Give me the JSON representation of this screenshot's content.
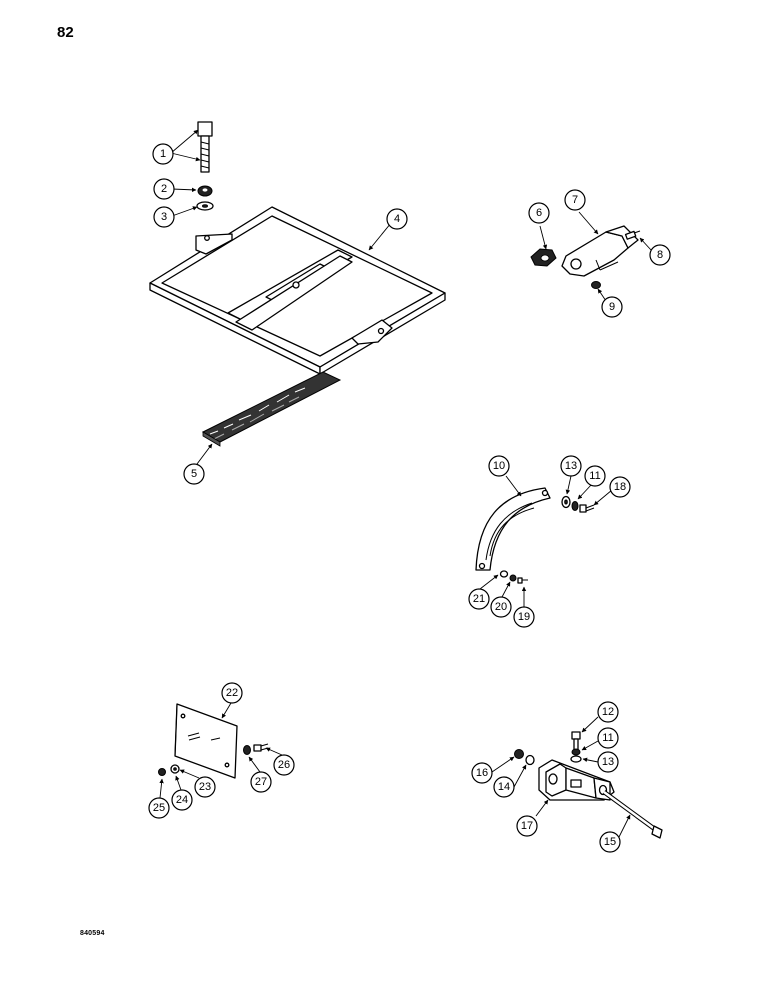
{
  "page": {
    "page_number": "82",
    "drawing_code": "840594"
  },
  "callouts": [
    "1",
    "2",
    "3",
    "4",
    "5",
    "6",
    "7",
    "8",
    "9",
    "10",
    "13",
    "11",
    "18",
    "21",
    "20",
    "19",
    "22",
    "27",
    "26",
    "25",
    "24",
    "23",
    "12",
    "11",
    "16",
    "14",
    "13",
    "17",
    "15"
  ]
}
